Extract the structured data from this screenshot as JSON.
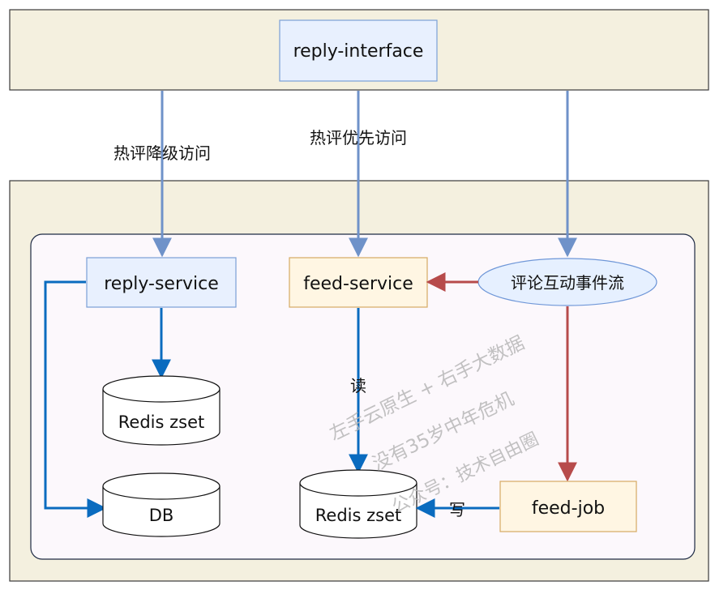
{
  "diagram": {
    "nodes": {
      "reply_interface": "reply-interface",
      "reply_service": "reply-service",
      "feed_service": "feed-service",
      "event_stream": "评论互动事件流",
      "redis_zset_left": "Redis zset",
      "db": "DB",
      "redis_zset_center": "Redis zset",
      "feed_job": "feed-job"
    },
    "edge_labels": {
      "degrade_access": "热评降级访问",
      "priority_access": "热评优先访问",
      "read": "读",
      "write": "写"
    },
    "watermark": {
      "line1": "左手云原生 + 右手大数据",
      "line2": "没有35岁中年危机",
      "line3": "公众号：技术自由圈"
    },
    "colors": {
      "outer_panel_fill": "#f4f0df",
      "outer_panel_border": "#3a3a3a",
      "inner_panel_fill": "#fcf8fc",
      "inner_panel_border": "#1e2a44",
      "blue_box_fill": "#e8f0fe",
      "blue_box_border": "#7a9fd6",
      "orange_box_fill": "#fff6e3",
      "orange_box_border": "#d6aa63",
      "ellipse_fill": "#e6f0ff",
      "ellipse_border": "#6f97d8",
      "blue_arrow_soft": "#6f92c9",
      "blue_arrow_strong": "#0a6bbf",
      "red_arrow": "#b74b4b",
      "text_color": "#111111",
      "watermark_color": "#b7b7b7"
    }
  }
}
